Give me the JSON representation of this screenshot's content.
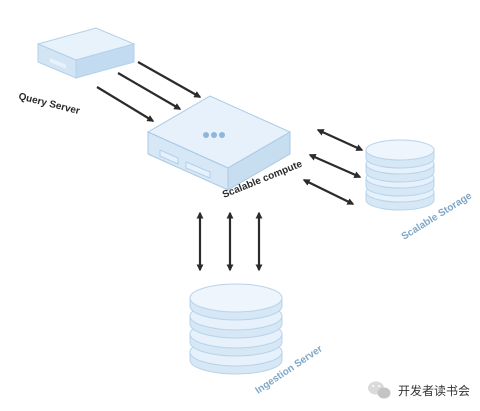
{
  "diagram": {
    "nodes": {
      "query_server": {
        "label": "Query Server"
      },
      "scalable_compute": {
        "label": "Scalable compute"
      },
      "scalable_storage": {
        "label": "Scalable Storage"
      },
      "ingestion_server": {
        "label": "Ingestion Server"
      }
    },
    "edges": [
      {
        "from": "query_server",
        "to": "scalable_compute",
        "direction": "one-way",
        "count": 3
      },
      {
        "from": "scalable_compute",
        "to": "scalable_storage",
        "direction": "two-way",
        "count": 3
      },
      {
        "from": "scalable_compute",
        "to": "ingestion_server",
        "direction": "two-way",
        "count": 3
      }
    ],
    "colors": {
      "node_top": "#e6f1fb",
      "node_side": "#cfe2f3",
      "node_outline": "#a9c9e6",
      "arrow": "#2b2b2b",
      "storage_label": "#7fa6c6"
    }
  },
  "watermark": {
    "icon": "wechat-icon",
    "text": "开发者读书会"
  }
}
